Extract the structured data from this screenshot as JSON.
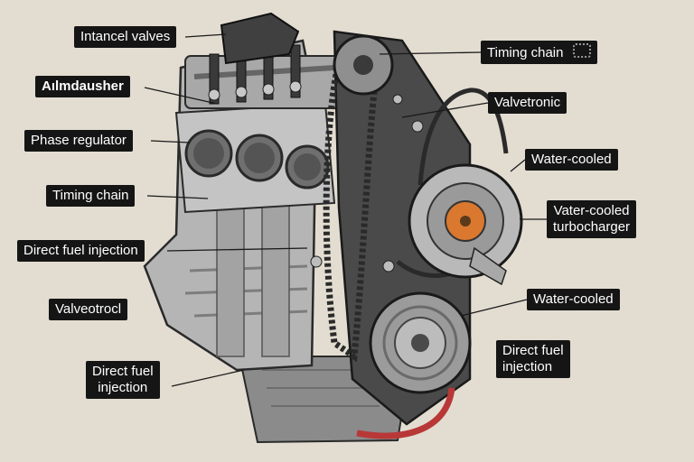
{
  "labels": {
    "intancel_valves": "Intancel valves",
    "aimdausher": "Aılmdausher",
    "phase_regulator": "Phase regulator",
    "timing_chain_left": "Timing chain",
    "direct_fuel_injection_left": "Direct fuel injection",
    "valveotrocl": "Valveotrocl",
    "direct_fuel_injection_bottom": "Direct fuel\ninjection",
    "timing_chain_right": "Timing chain",
    "valvetronic": "Valvetronic",
    "water_cooled_top": "Water-cooled",
    "vater_cooled_turbocharger": "Vater-cooled\nturbocharger",
    "water_cooled_mid": "Water-cooled",
    "direct_fuel_injection_right": "Direct fuel\ninjection"
  },
  "icons": {
    "timing_chain_badge": "chain-glyph-icon"
  },
  "colors": {
    "background": "#e3ddd1",
    "label_bg": "#151515",
    "label_text": "#ffffff",
    "belt": "#b83838",
    "turbo_core": "#d9782e"
  }
}
